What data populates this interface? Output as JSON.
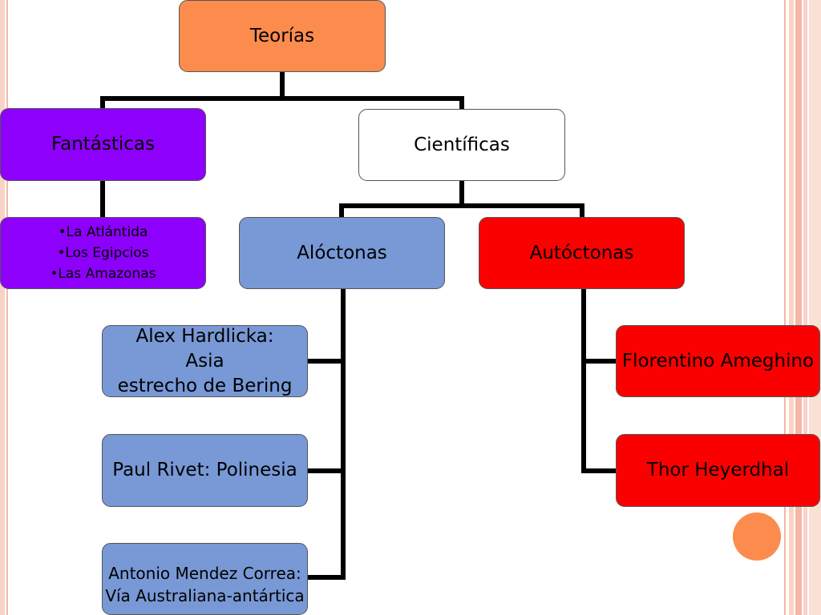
{
  "colors": {
    "root": "#fb8c4e",
    "fantasticas": "#8d00fb",
    "cientificas": "#ffffff",
    "aloctonas": "#7899d6",
    "autoctonas": "#fb0000",
    "connector": "#000000"
  },
  "diagram": {
    "root": "Teorías",
    "fantasticas": {
      "label": "Fantásticas",
      "items": [
        "•La Atlántida",
        "•Los Egipcios",
        "•Las Amazonas"
      ]
    },
    "cientificas": {
      "label": "Científicas",
      "aloctonas": {
        "label": "Alóctonas",
        "hardlicka": [
          "Alex Hardlicka:",
          "Asia",
          "estrecho de Bering"
        ],
        "rivet": "Paul Rivet: Polinesia",
        "mendez": [
          "Antonio Mendez Correa:",
          "Vía Australiana-antártica"
        ]
      },
      "autoctonas": {
        "label": "Autóctonas",
        "ameghino": "Florentino Ameghino",
        "heyerdhal": "Thor Heyerdhal"
      }
    }
  }
}
